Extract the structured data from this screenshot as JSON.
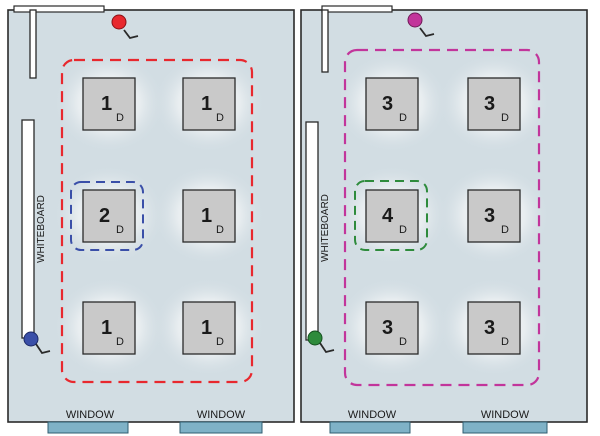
{
  "colors": {
    "room_fill": "#d2dde3",
    "outline": "#2a2a2a",
    "window_fill": "#7fb2c7",
    "red_group": "#e8282e",
    "blue_group": "#3a4fa8",
    "magenta_group": "#c2359b",
    "green_group": "#2e8b3c"
  },
  "rooms": [
    {
      "name": "left-room",
      "whiteboard_label": "WHITEBOARD",
      "window_labels": [
        "WINDOW",
        "WINDOW"
      ],
      "fixtures": [
        {
          "number": "1",
          "sub": "D"
        },
        {
          "number": "1",
          "sub": "D"
        },
        {
          "number": "2",
          "sub": "D"
        },
        {
          "number": "1",
          "sub": "D"
        },
        {
          "number": "1",
          "sub": "D"
        },
        {
          "number": "1",
          "sub": "D"
        }
      ],
      "outer_zone_color": "red",
      "inner_zone_color": "blue",
      "inner_zone_fixture": 2,
      "pins": [
        {
          "color": "red",
          "icon": "pin-icon"
        },
        {
          "color": "blue",
          "icon": "pin-icon"
        }
      ]
    },
    {
      "name": "right-room",
      "whiteboard_label": "WHITEBOARD",
      "window_labels": [
        "WINDOW",
        "WINDOW"
      ],
      "fixtures": [
        {
          "number": "3",
          "sub": "D"
        },
        {
          "number": "3",
          "sub": "D"
        },
        {
          "number": "4",
          "sub": "D"
        },
        {
          "number": "3",
          "sub": "D"
        },
        {
          "number": "3",
          "sub": "D"
        },
        {
          "number": "3",
          "sub": "D"
        }
      ],
      "outer_zone_color": "magenta",
      "inner_zone_color": "green",
      "inner_zone_fixture": 2,
      "pins": [
        {
          "color": "magenta",
          "icon": "pin-icon"
        },
        {
          "color": "green",
          "icon": "pin-icon"
        }
      ]
    }
  ]
}
